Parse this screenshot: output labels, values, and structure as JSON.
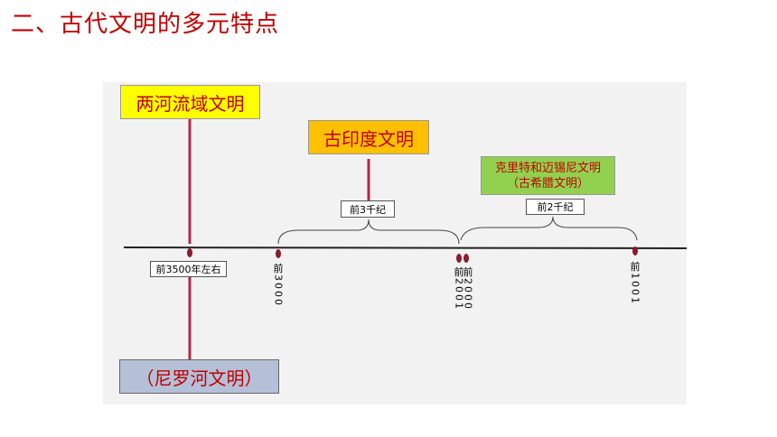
{
  "title": "二、古代文明的多元特点",
  "civilizations": {
    "lianghe": "两河流域文明",
    "india": "古印度文明",
    "greek_line1": "克里特和迈锡尼文明",
    "greek_line2": "（古希腊文明）",
    "nile": "（尼罗河文明）"
  },
  "time_labels": {
    "bc3500": "前3500年左右",
    "bc3rd_millennium": "前3千纪",
    "bc2nd_millennium": "前2千纪"
  },
  "ticks": [
    {
      "pre": "前",
      "digits": "3000"
    },
    {
      "pre": "前",
      "digits": "2001"
    },
    {
      "pre": "前",
      "digits": "2000"
    },
    {
      "pre": "前",
      "digits": "1001"
    }
  ],
  "colors": {
    "title": "#c00000",
    "connector": "#b0284a",
    "timeline": "#222222",
    "marker": "#8b1a2b"
  }
}
